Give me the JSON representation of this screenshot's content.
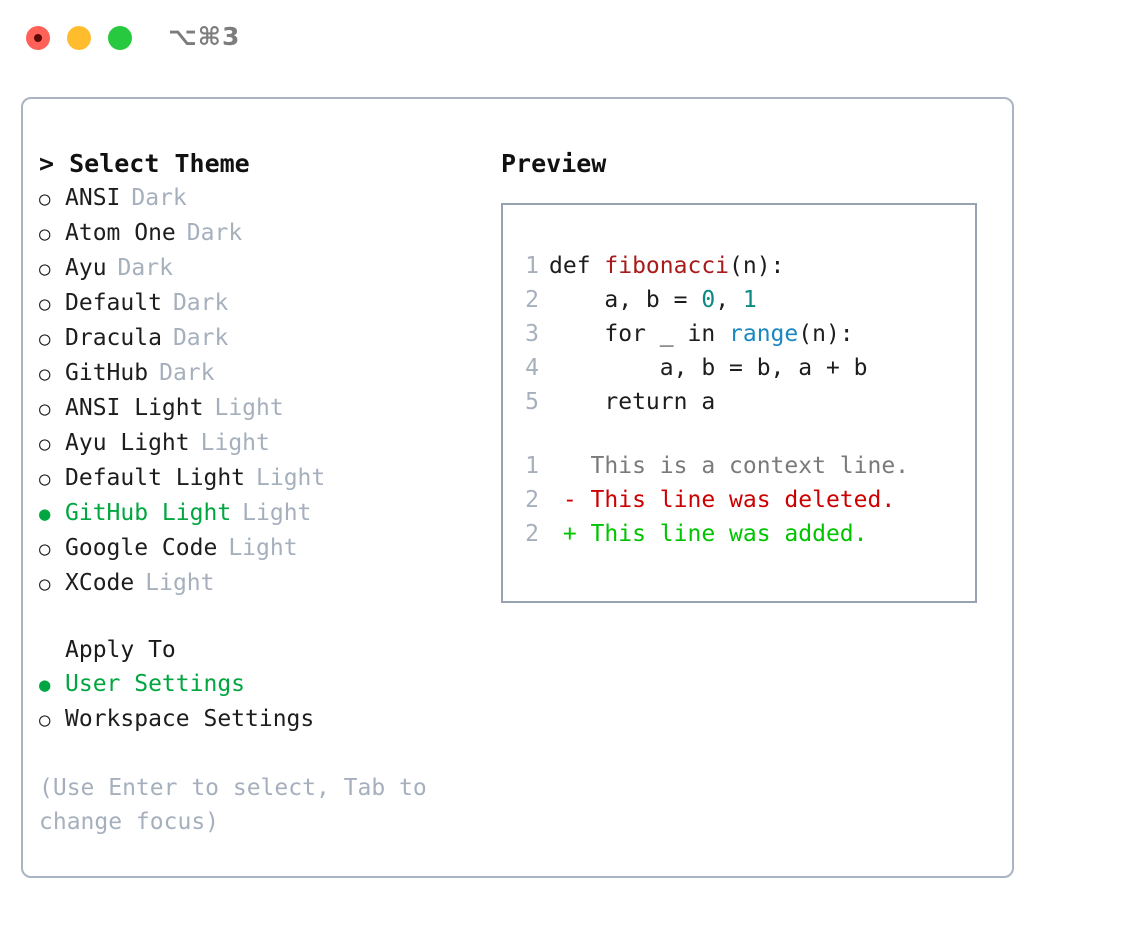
{
  "titlebar": {
    "shortcut": "⌥⌘3",
    "buttons": [
      {
        "name": "close",
        "color": "#ff6159"
      },
      {
        "name": "minimize",
        "color": "#ffbd2e"
      },
      {
        "name": "zoom",
        "color": "#27c93f"
      }
    ]
  },
  "theme_picker": {
    "heading": "> Select Theme",
    "selected_marker": "●",
    "unselected_marker": "○",
    "items": [
      {
        "name": "ANSI",
        "kind": "Dark",
        "selected": false
      },
      {
        "name": "Atom One",
        "kind": "Dark",
        "selected": false
      },
      {
        "name": "Ayu",
        "kind": "Dark",
        "selected": false
      },
      {
        "name": "Default",
        "kind": "Dark",
        "selected": false
      },
      {
        "name": "Dracula",
        "kind": "Dark",
        "selected": false
      },
      {
        "name": "GitHub",
        "kind": "Dark",
        "selected": false
      },
      {
        "name": "ANSI Light",
        "kind": "Light",
        "selected": false
      },
      {
        "name": "Ayu Light",
        "kind": "Light",
        "selected": false
      },
      {
        "name": "Default Light",
        "kind": "Light",
        "selected": false
      },
      {
        "name": "GitHub Light",
        "kind": "Light",
        "selected": true
      },
      {
        "name": "Google Code",
        "kind": "Light",
        "selected": false
      },
      {
        "name": "XCode",
        "kind": "Light",
        "selected": false
      }
    ]
  },
  "apply_to": {
    "heading": "Apply To",
    "options": [
      {
        "label": "User Settings",
        "selected": true
      },
      {
        "label": "Workspace Settings",
        "selected": false
      }
    ]
  },
  "hint": "(Use Enter to select, Tab to change focus)",
  "preview": {
    "heading": "Preview",
    "code_lines": [
      {
        "no": "1",
        "segments": [
          {
            "t": "def ",
            "c": "plain"
          },
          {
            "t": "fibonacci",
            "c": "fn"
          },
          {
            "t": "(n):",
            "c": "plain"
          }
        ]
      },
      {
        "no": "2",
        "segments": [
          {
            "t": "    a, b = ",
            "c": "plain"
          },
          {
            "t": "0",
            "c": "num"
          },
          {
            "t": ", ",
            "c": "plain"
          },
          {
            "t": "1",
            "c": "num"
          }
        ]
      },
      {
        "no": "3",
        "segments": [
          {
            "t": "    for _ in ",
            "c": "plain"
          },
          {
            "t": "range",
            "c": "call"
          },
          {
            "t": "(n):",
            "c": "plain"
          }
        ]
      },
      {
        "no": "4",
        "segments": [
          {
            "t": "        a, b = b, a + b",
            "c": "plain"
          }
        ]
      },
      {
        "no": "5",
        "segments": [
          {
            "t": "    return a",
            "c": "plain"
          }
        ]
      }
    ],
    "diff_lines": [
      {
        "no": "1",
        "prefix": "  ",
        "text": "This is a context line.",
        "kind": "ctx"
      },
      {
        "no": "2",
        "prefix": "- ",
        "text": "This line was deleted.",
        "kind": "del"
      },
      {
        "no": "2",
        "prefix": "+ ",
        "text": "This line was added.",
        "kind": "add"
      }
    ]
  },
  "colors": {
    "accent_green": "#00a63f",
    "muted": "#a6b0bd",
    "border": "#aab4c2",
    "code_border": "#97a3b3",
    "syntax_function": "#a91b1b",
    "syntax_number": "#0a8a82",
    "syntax_call": "#1b87c0",
    "diff_deleted": "#cc0000",
    "diff_added": "#00c400",
    "diff_context": "#7a7a7a"
  }
}
